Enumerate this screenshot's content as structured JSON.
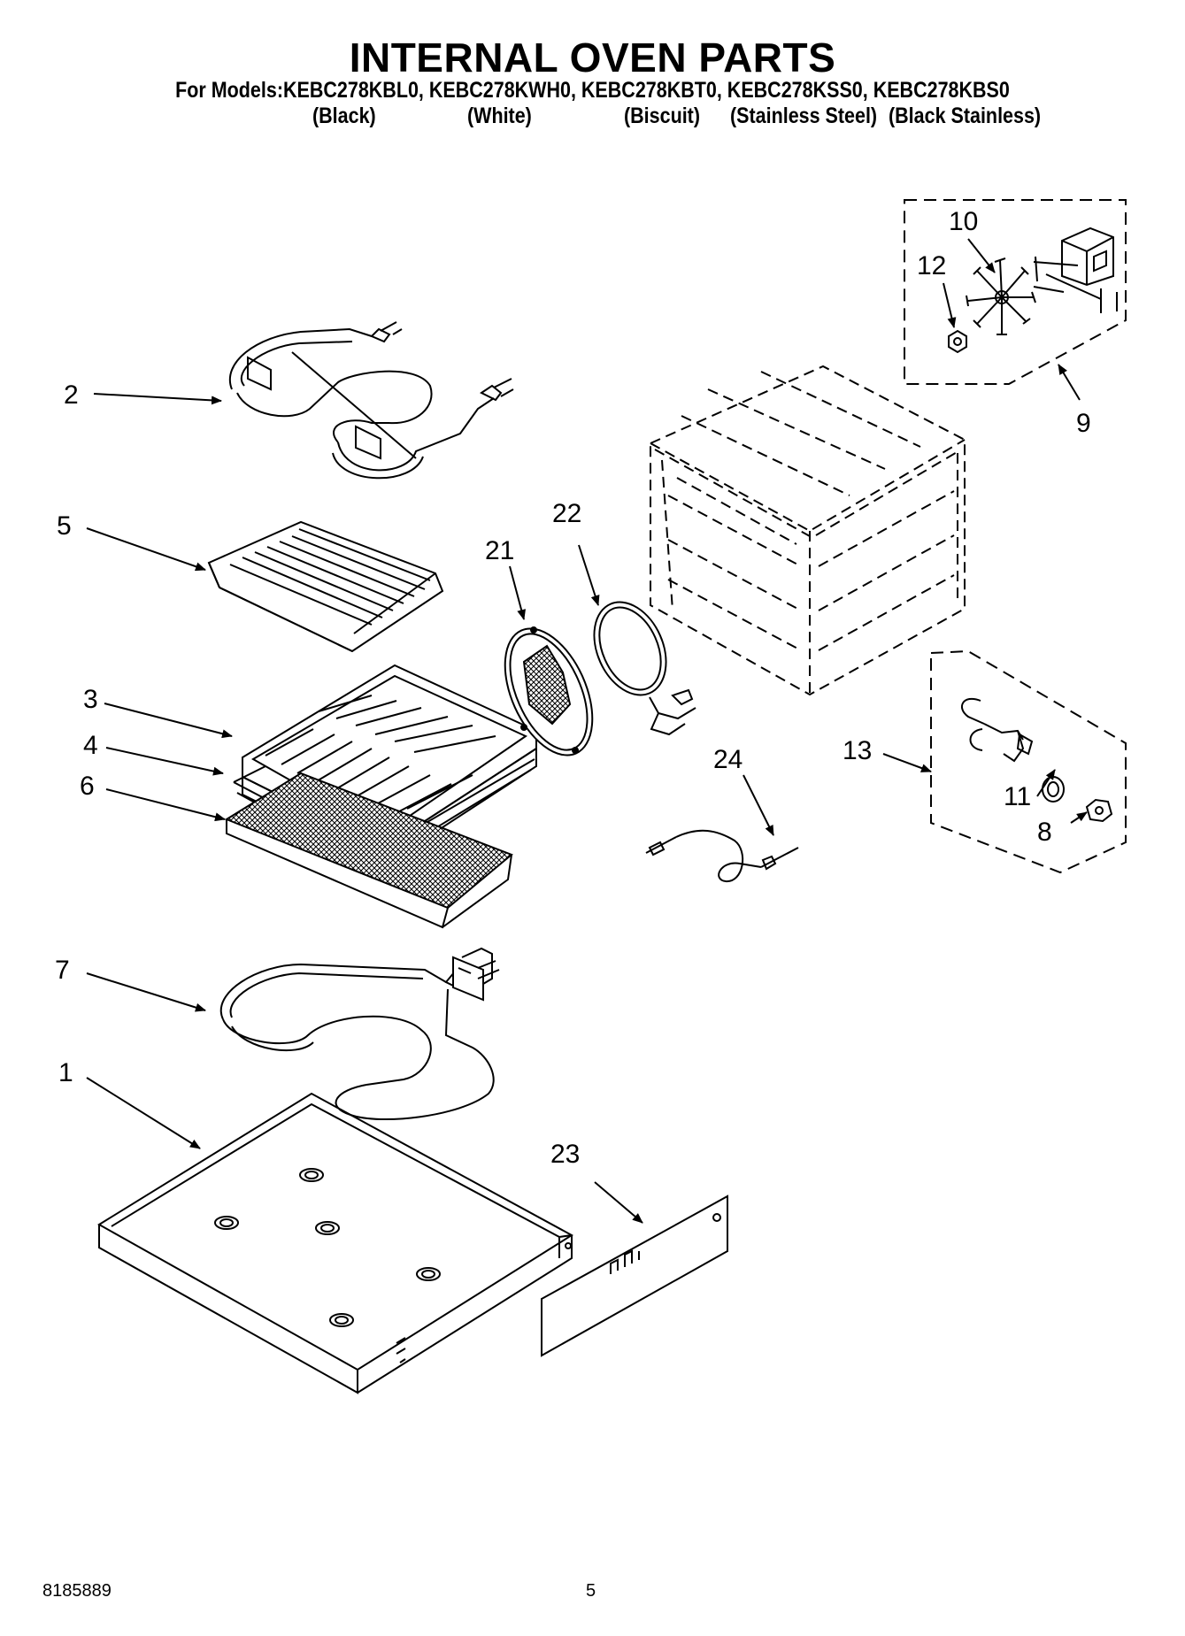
{
  "header": {
    "title": "INTERNAL OVEN PARTS",
    "models_line": "For Models:KEBC278KBL0, KEBC278KWH0, KEBC278KBT0, KEBC278KSS0, KEBC278KBS0",
    "finishes": [
      "(Black)",
      "(White)",
      "(Biscuit)",
      "(Stainless Steel)",
      "(Black Stainless)"
    ]
  },
  "callouts": {
    "c1": "1",
    "c2": "2",
    "c3": "3",
    "c4": "4",
    "c5": "5",
    "c6": "6",
    "c7": "7",
    "c8": "8",
    "c9": "9",
    "c10": "10",
    "c11": "11",
    "c12": "12",
    "c13": "13",
    "c21": "21",
    "c22": "22",
    "c23": "23",
    "c24": "24"
  },
  "footer": {
    "doc_number": "8185889",
    "page_number": "5"
  }
}
